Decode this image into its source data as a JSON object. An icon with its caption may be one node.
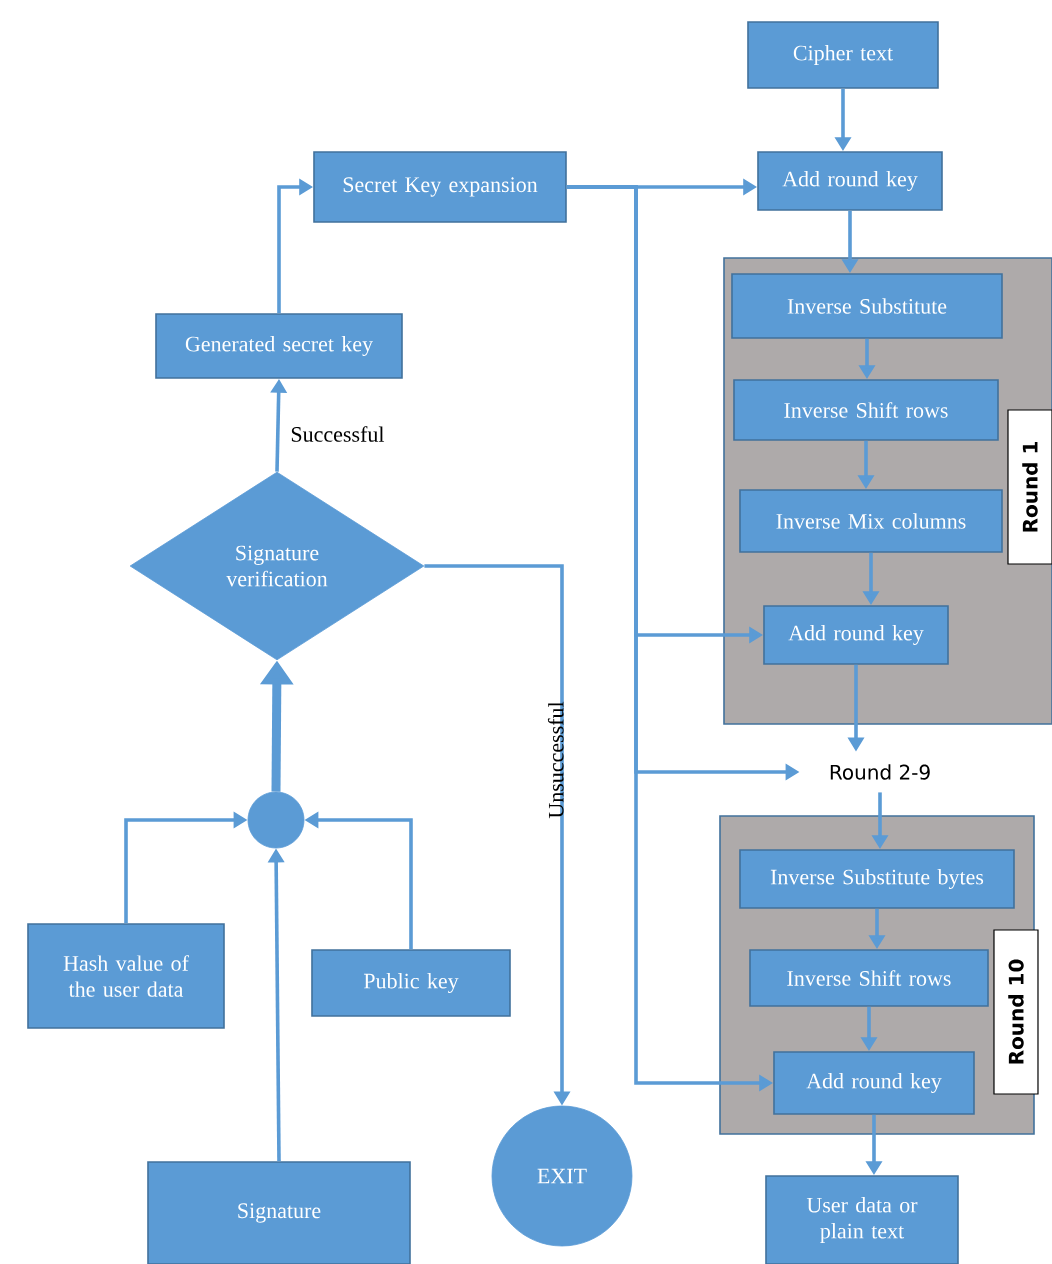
{
  "diagram": {
    "nodes": [
      {
        "text": [
          "Secret Key expansion"
        ]
      },
      {
        "text": [
          "Generated secret key"
        ]
      },
      {
        "text": [
          "Signature verification"
        ]
      },
      {
        "text": [],
        "shape": "circle"
      },
      {
        "text": [
          "Hash value of the user data"
        ]
      },
      {
        "text": [
          "Public key"
        ]
      },
      {
        "text": [
          "Signature"
        ]
      },
      {
        "text": [
          "EXIT"
        ]
      },
      {
        "text": [
          "Cipher text"
        ]
      },
      {
        "text": [
          "Add round key"
        ]
      },
      {
        "text": [
          "Round 1"
        ]
      },
      {
        "text": [
          "Inverse Substitute"
        ],
        "in": 10
      },
      {
        "text": [
          "Inverse Shift rows"
        ],
        "in": 10
      },
      {
        "text": [
          "Inverse Mix columns"
        ],
        "in": 10
      },
      {
        "text": [
          "Add round key"
        ],
        "in": 10
      },
      {
        "text": [
          "Round 2-9"
        ]
      },
      {
        "text": [
          "Round 10"
        ]
      },
      {
        "text": [
          "Inverse Substitute bytes"
        ],
        "in": 16
      },
      {
        "text": [
          "Inverse Shift rows"
        ],
        "in": 16
      },
      {
        "text": [
          "Add round key"
        ],
        "in": 16
      },
      {
        "text": [
          "User data or plain text"
        ]
      }
    ],
    "edges": [
      {
        "from": 1,
        "to": 0,
        "arrow": "to"
      },
      {
        "from": 2,
        "to": 1,
        "arrow": "to",
        "label": "Successful"
      },
      {
        "from": 3,
        "to": 2,
        "arrow": "to",
        "style": "thick"
      },
      {
        "from": 4,
        "to": 3,
        "arrow": "to"
      },
      {
        "from": 5,
        "to": 3,
        "arrow": "to"
      },
      {
        "from": 6,
        "to": 3,
        "arrow": "to"
      },
      {
        "from": 2,
        "to": 7,
        "arrow": "to",
        "label": "Unsuccessful"
      },
      {
        "from": 0,
        "to": 9,
        "arrow": "to"
      },
      {
        "from": 0,
        "to": 14,
        "arrow": "to"
      },
      {
        "from": 0,
        "to": 15,
        "arrow": "to"
      },
      {
        "from": 0,
        "to": 19,
        "arrow": "to"
      },
      {
        "from": 8,
        "to": 9,
        "arrow": "to"
      },
      {
        "from": 9,
        "to": 11,
        "arrow": "to"
      },
      {
        "from": 11,
        "to": 12,
        "arrow": "to"
      },
      {
        "from": 12,
        "to": 13,
        "arrow": "to"
      },
      {
        "from": 13,
        "to": 14,
        "arrow": "to"
      },
      {
        "from": 14,
        "to": 15,
        "arrow": "to"
      },
      {
        "from": 15,
        "to": 17,
        "arrow": "to"
      },
      {
        "from": 17,
        "to": 18,
        "arrow": "to"
      },
      {
        "from": 18,
        "to": 19,
        "arrow": "to"
      },
      {
        "from": 19,
        "to": 20,
        "arrow": "to"
      }
    ]
  }
}
